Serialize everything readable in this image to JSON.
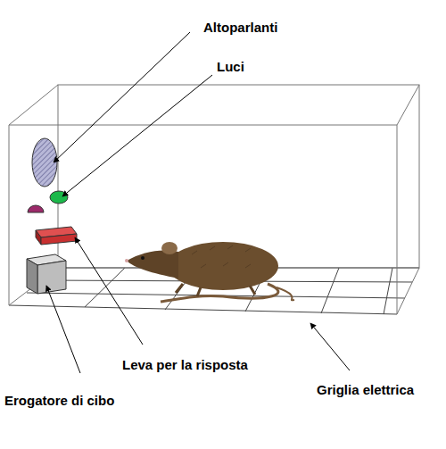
{
  "diagram": {
    "labels": [
      "Altoparlanti",
      "Luci",
      "Leva per la risposta",
      "Erogatore di cibo",
      "Griglia elettrica"
    ]
  }
}
